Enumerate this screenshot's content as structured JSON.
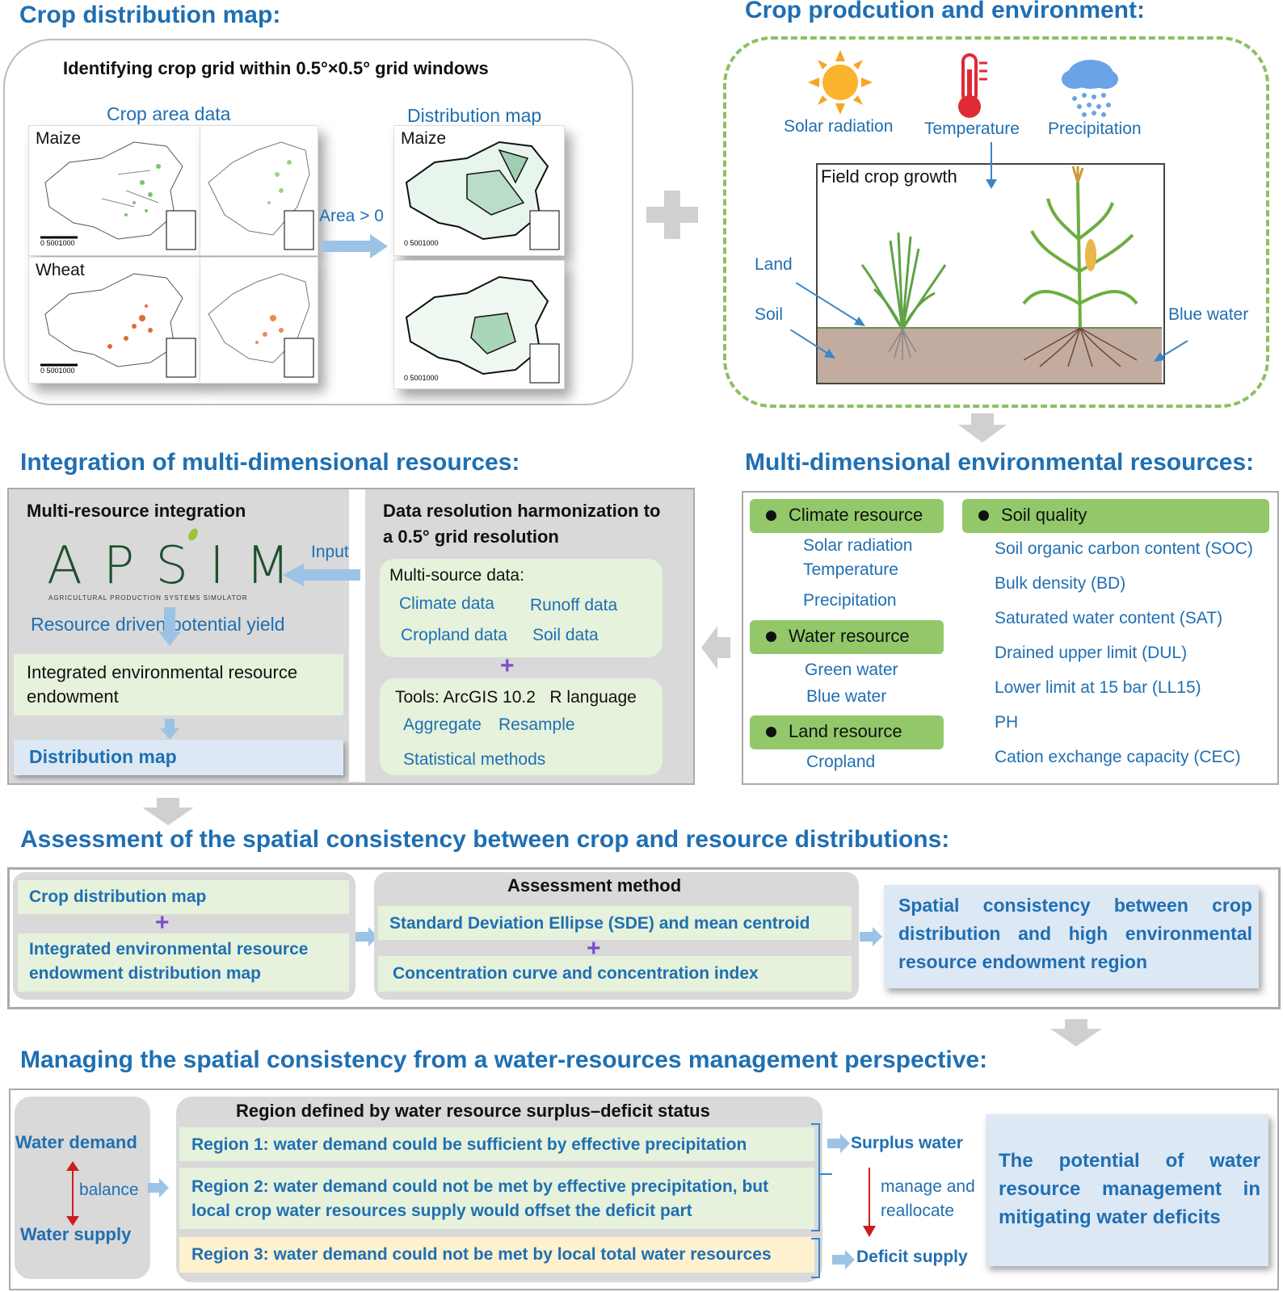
{
  "sections": {
    "crop_map_title": "Crop distribution map:",
    "env_title": "Crop prodcution and environment:",
    "integration_title": "Integration of multi-dimensional resources:",
    "multi_env_title": "Multi-dimensional environmental resources:",
    "assessment_title": "Assessment of the spatial consistency between crop and resource distributions:",
    "managing_title": "Managing the spatial consistency from a water-resources management perspective:"
  },
  "crop_map": {
    "subtitle": "Identifying crop grid within 0.5°×0.5° grid windows",
    "crop_area_label": "Crop area data",
    "distribution_label": "Distribution map",
    "area_condition": "Area > 0",
    "maize": "Maize",
    "wheat": "Wheat",
    "scale_text": "0  5001000"
  },
  "env": {
    "solar": "Solar radiation",
    "temperature": "Temperature",
    "precipitation": "Precipitation",
    "field": "Field crop growth",
    "land": "Land",
    "soil": "Soil",
    "blue_water": "Blue water"
  },
  "integration": {
    "multi_resource": "Multi-resource integration",
    "apsim": "APSIM",
    "apsim_sub": "AGRICULTURAL PRODUCTION SYSTEMS SIMULATOR",
    "input": "Input",
    "driven_yield": "Resource driven potential yield",
    "endowment": "Integrated environmental resource endowment",
    "distribution_map": "Distribution map",
    "harmonize_line1": "Data resolution harmonization to",
    "harmonize_line2": "a 0.5° grid resolution",
    "multi_source": "Multi-source data:",
    "climate_data": "Climate data",
    "runoff_data": "Runoff data",
    "cropland_data": "Cropland data",
    "soil_data": "Soil data",
    "tools": "Tools: ArcGIS 10.2   R language",
    "aggregate": "Aggregate",
    "resample": "Resample",
    "statistical": "Statistical methods"
  },
  "resources": {
    "climate": "Climate resource",
    "climate_items": [
      "Solar radiation",
      "Temperature",
      "Precipitation"
    ],
    "water": "Water resource",
    "water_items": [
      "Green water",
      "Blue water"
    ],
    "land": "Land resource",
    "land_items": [
      "Cropland"
    ],
    "soil": "Soil quality",
    "soil_items": [
      "Soil organic carbon content (SOC)",
      "Bulk density (BD)",
      "Saturated water content (SAT)",
      "Drained upper limit (DUL)",
      "Lower limit at 15 bar (LL15)",
      "PH",
      "Cation exchange capacity (CEC)"
    ]
  },
  "assessment": {
    "crop_map": "Crop distribution map",
    "endowment_map_1": "Integrated environmental resource",
    "endowment_map_2": "endowment distribution map",
    "method_title": "Assessment method",
    "sde": "Standard Deviation Ellipse (SDE) and mean centroid",
    "concentration": "Concentration curve and concentration index",
    "result_1": "Spatial consistency between crop",
    "result_2": "distribution and high environmental",
    "result_3": "resource endowment region"
  },
  "managing": {
    "water_demand": "Water demand",
    "balance": "balance",
    "water_supply": "Water supply",
    "region_title": "Region defined by water resource surplus–deficit status",
    "region1": "Region 1: water demand could be sufficient by effective precipitation",
    "region2_1": "Region 2: water demand could not be met by effective precipitation, but",
    "region2_2": "local crop water resources supply would offset the deficit part",
    "region3": "Region 3: water demand could not be met by local total water resources",
    "surplus": "Surplus water",
    "manage_1": "manage and",
    "manage_2": "reallocate",
    "deficit": "Deficit supply",
    "potential_1": "The potential of water",
    "potential_2": "resource management in",
    "potential_3": "mitigating water deficits"
  }
}
